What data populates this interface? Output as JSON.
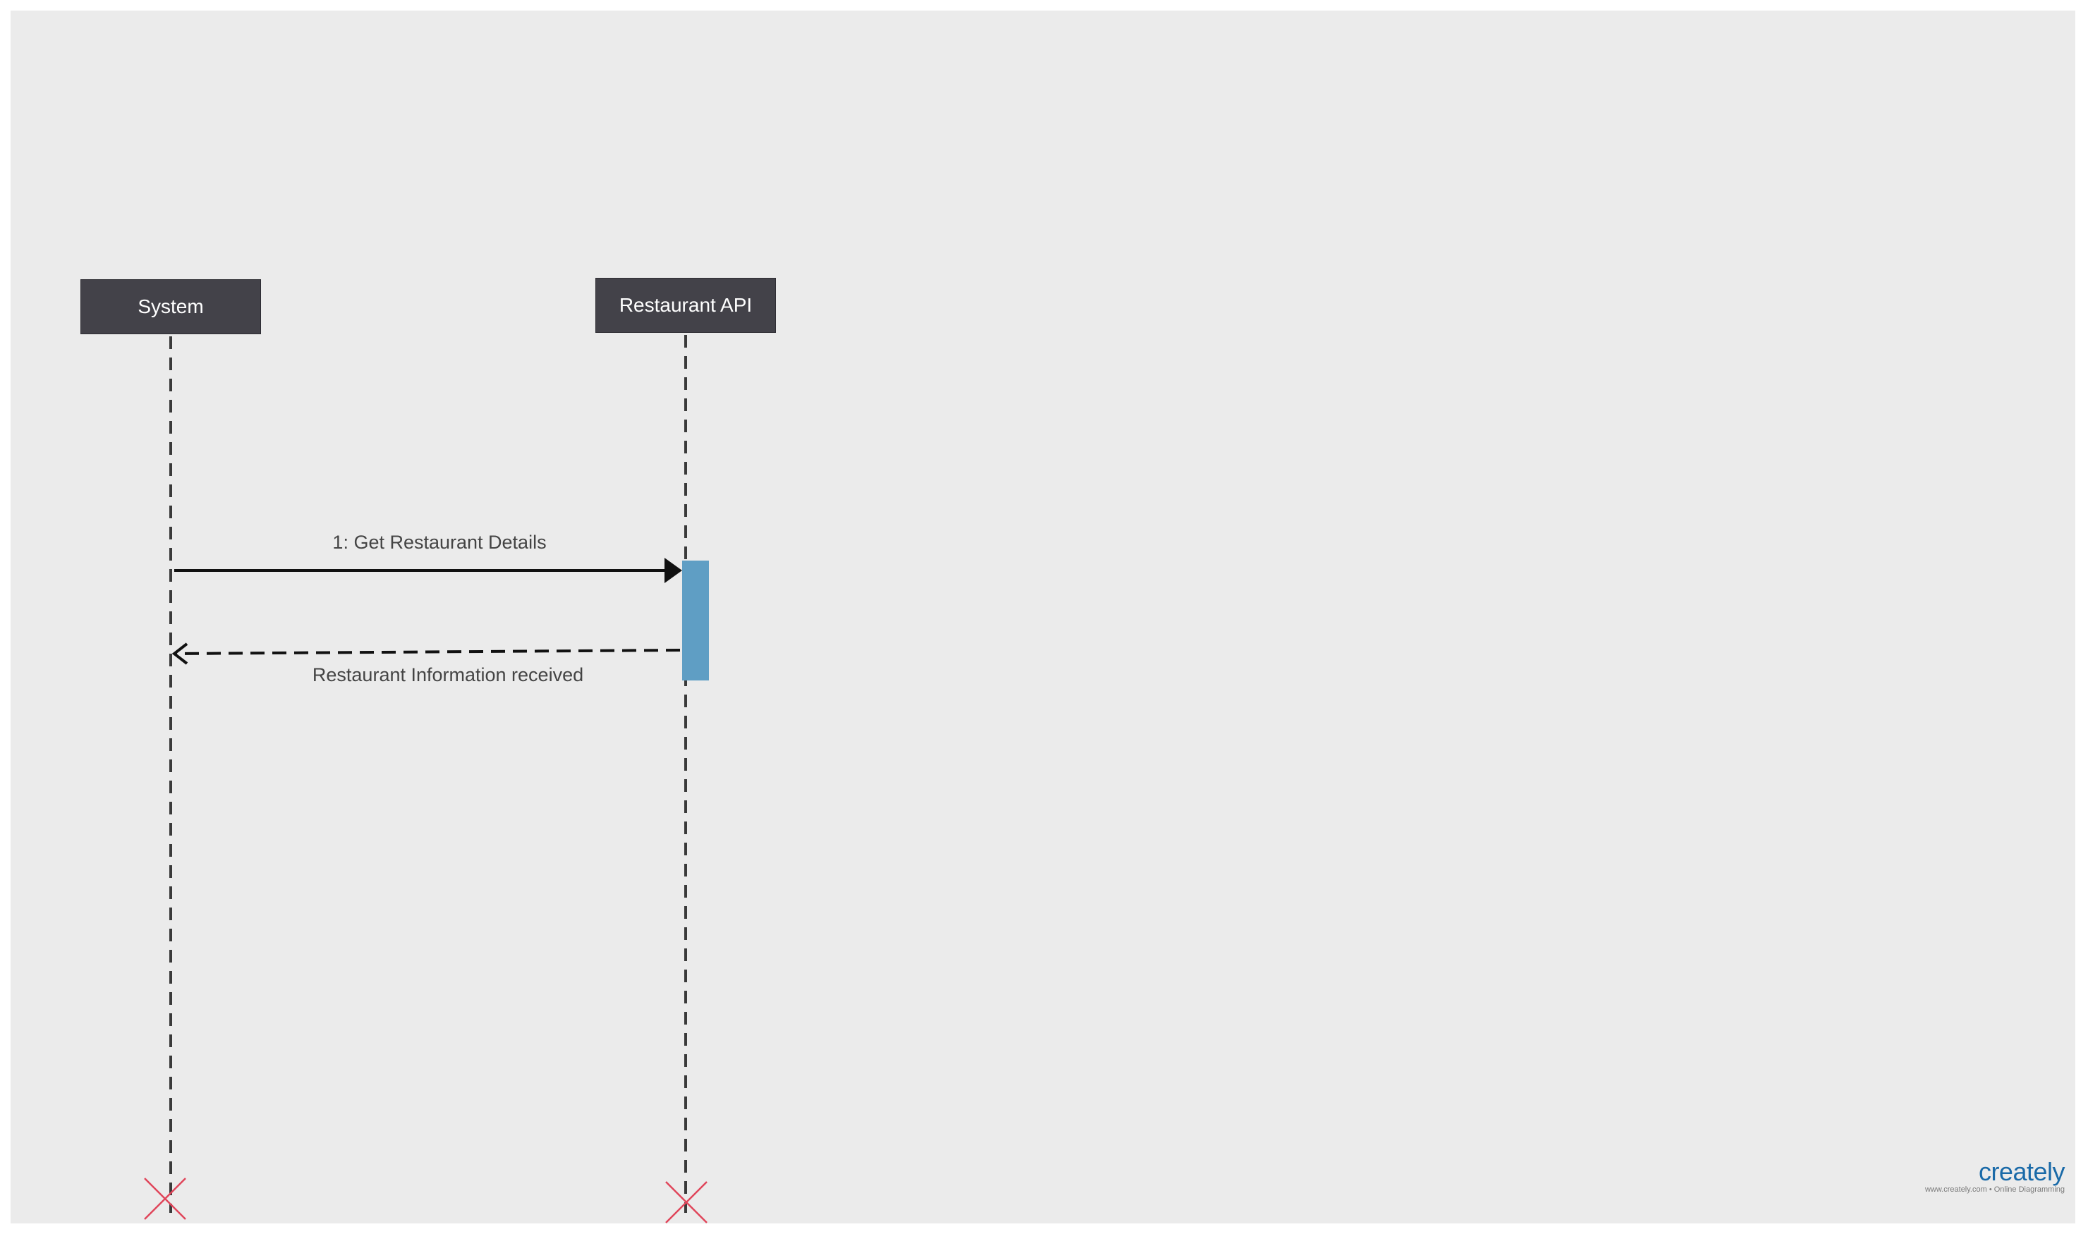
{
  "diagram": {
    "participants": [
      {
        "id": "system",
        "label": "System"
      },
      {
        "id": "restaurant_api",
        "label": "Restaurant API"
      }
    ],
    "messages": [
      {
        "from": "System",
        "to": "Restaurant API",
        "kind": "synchronous call",
        "label": "1: Get Restaurant Details"
      },
      {
        "from": "Restaurant API",
        "to": "System",
        "kind": "return",
        "label": "Restaurant Information received"
      }
    ],
    "colors": {
      "canvas": "#ebebeb",
      "participant_fill": "#434249",
      "participant_text": "#ffffff",
      "activation_bar": "#5f9ec4",
      "lifeline": "#3a3a3a",
      "destroy_mark": "#e0455a"
    }
  },
  "watermark": {
    "logo_text": "creately",
    "tagline": "www.creately.com • Online Diagramming"
  }
}
